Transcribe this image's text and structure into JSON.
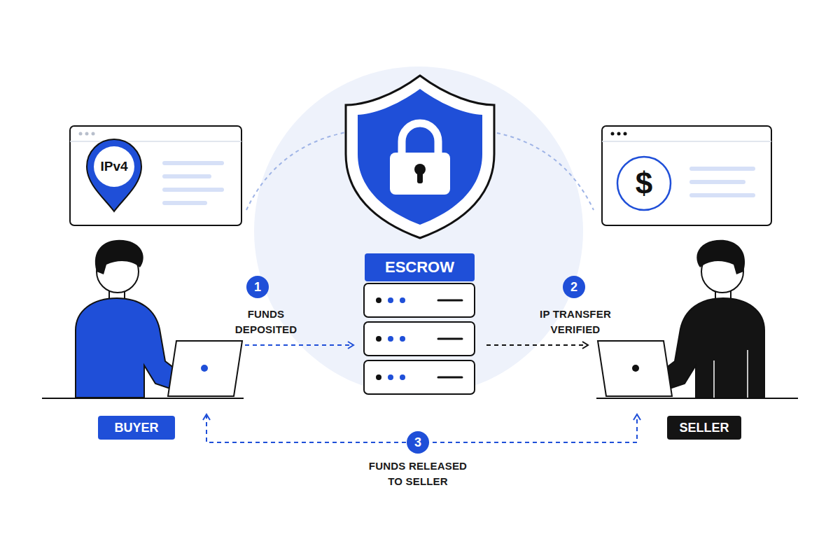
{
  "diagram": {
    "nodes": [
      {
        "text": [
          "BUYER"
        ]
      },
      {
        "text": [
          "ESCROW"
        ]
      },
      {
        "text": [
          "SELLER"
        ]
      }
    ],
    "edges": [
      {
        "from": 0,
        "to": 1,
        "arrow": "to",
        "label": "FUNDS DEPOSITED"
      },
      {
        "from": 1,
        "to": 2,
        "arrow": "to",
        "label": "IP TRANSFER VERIFIED"
      },
      {
        "from": 0,
        "to": 2,
        "arrow": "both",
        "label": "FUNDS RELEASED TO SELLER"
      }
    ],
    "labels": [
      "IPv4",
      "$",
      "1",
      "2",
      "3"
    ]
  }
}
